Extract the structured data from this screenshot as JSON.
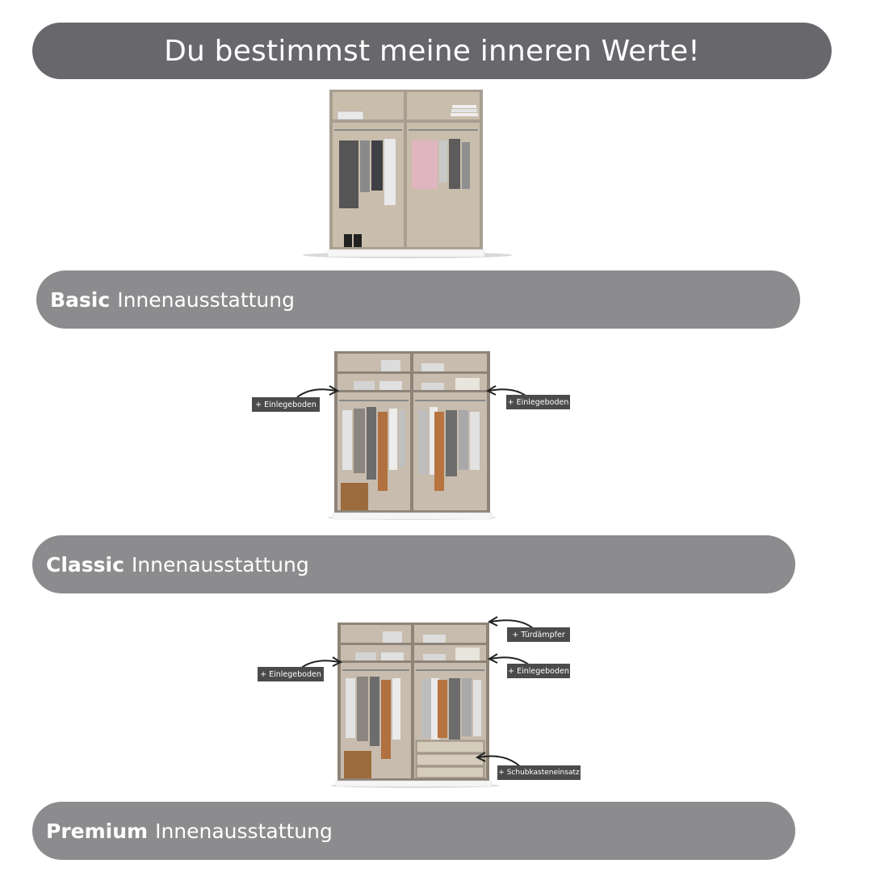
{
  "header": {
    "title": "Du bestimmst meine inneren Werte!"
  },
  "tiers": [
    {
      "name": "Basic",
      "suffix": "Innenausstattung"
    },
    {
      "name": "Classic",
      "suffix": "Innenausstattung",
      "callouts": [
        "+ Einlegeboden",
        "+ Einlegeboden"
      ]
    },
    {
      "name": "Premium",
      "suffix": "Innenausstattung",
      "callouts": [
        "+ Türdämpfer",
        "+ Einlegeboden",
        "+ Einlegeboden",
        "+ Schubkasteneinsatz"
      ]
    }
  ],
  "colors": {
    "header_bg": "#68676b",
    "tier_bg": "#8c8c8e",
    "cabinet_frame": "#a79d90",
    "cabinet_interior": "#c8bcab",
    "callout_bg": "#4b4b4b"
  }
}
